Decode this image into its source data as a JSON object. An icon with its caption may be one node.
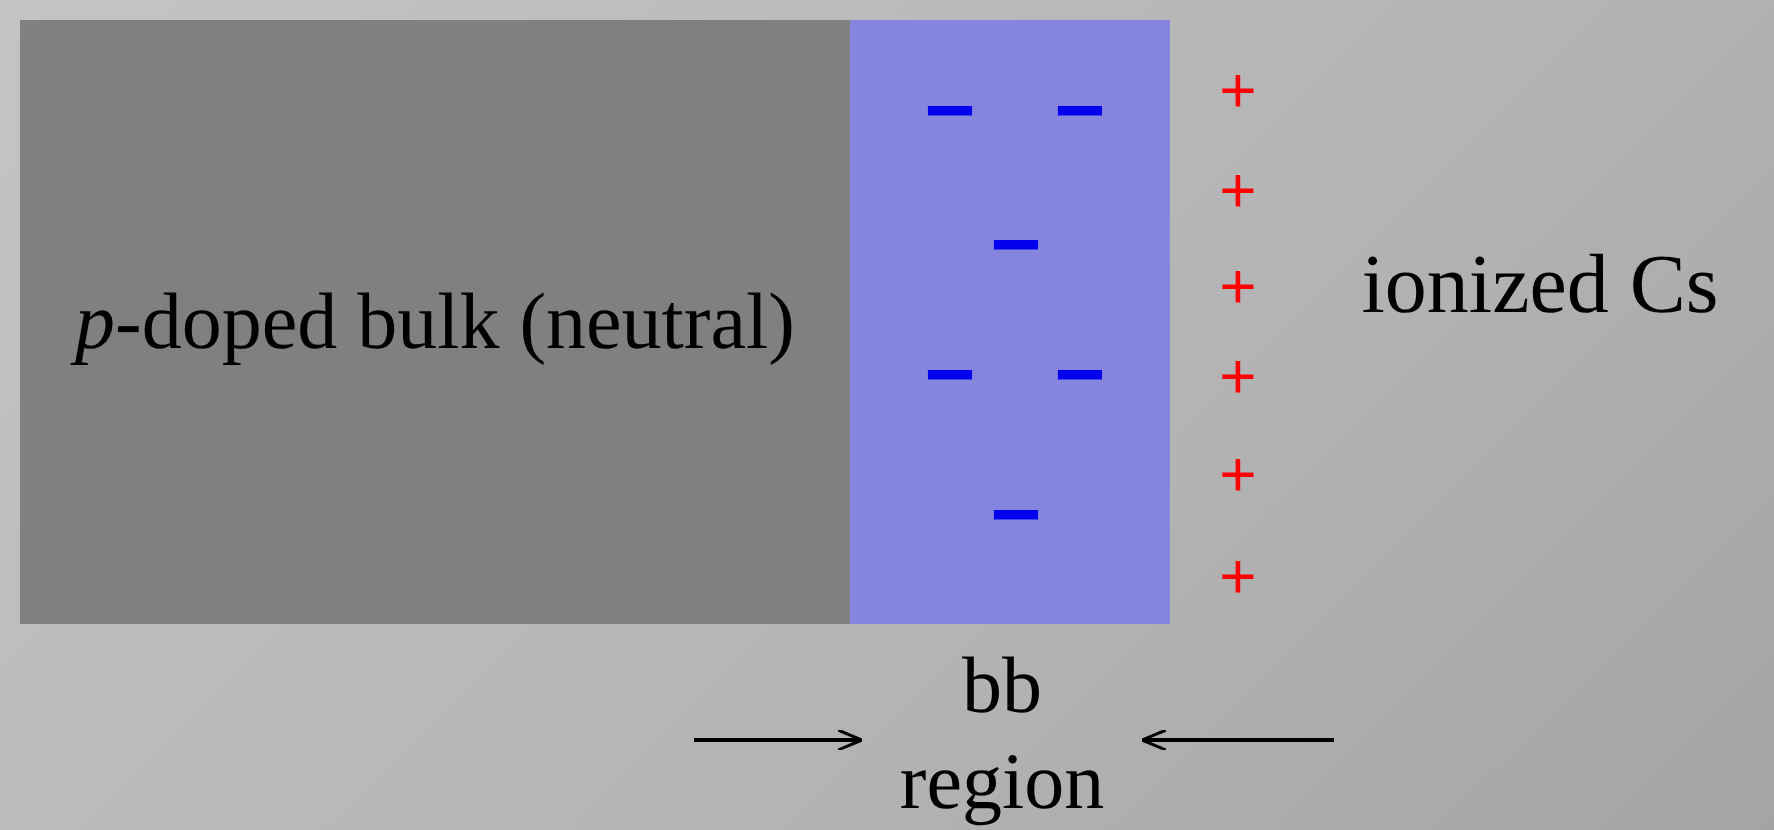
{
  "diagram": {
    "nodes": [
      {
        "text": [
          "*p*-doped bulk (neutral)"
        ]
      },
      {
        "text": [],
        "shape": "box"
      },
      {
        "text": [
          "bb region"
        ]
      }
    ],
    "edges": [
      {
        "from": null,
        "to": 2,
        "arrow": "to"
      },
      {
        "from": null,
        "to": 2,
        "arrow": "to"
      }
    ],
    "labels": [
      "−",
      "−",
      "−",
      "−",
      "−",
      "−",
      "+",
      "+",
      "+",
      "+",
      "+",
      "+",
      "ionized Cs"
    ]
  }
}
